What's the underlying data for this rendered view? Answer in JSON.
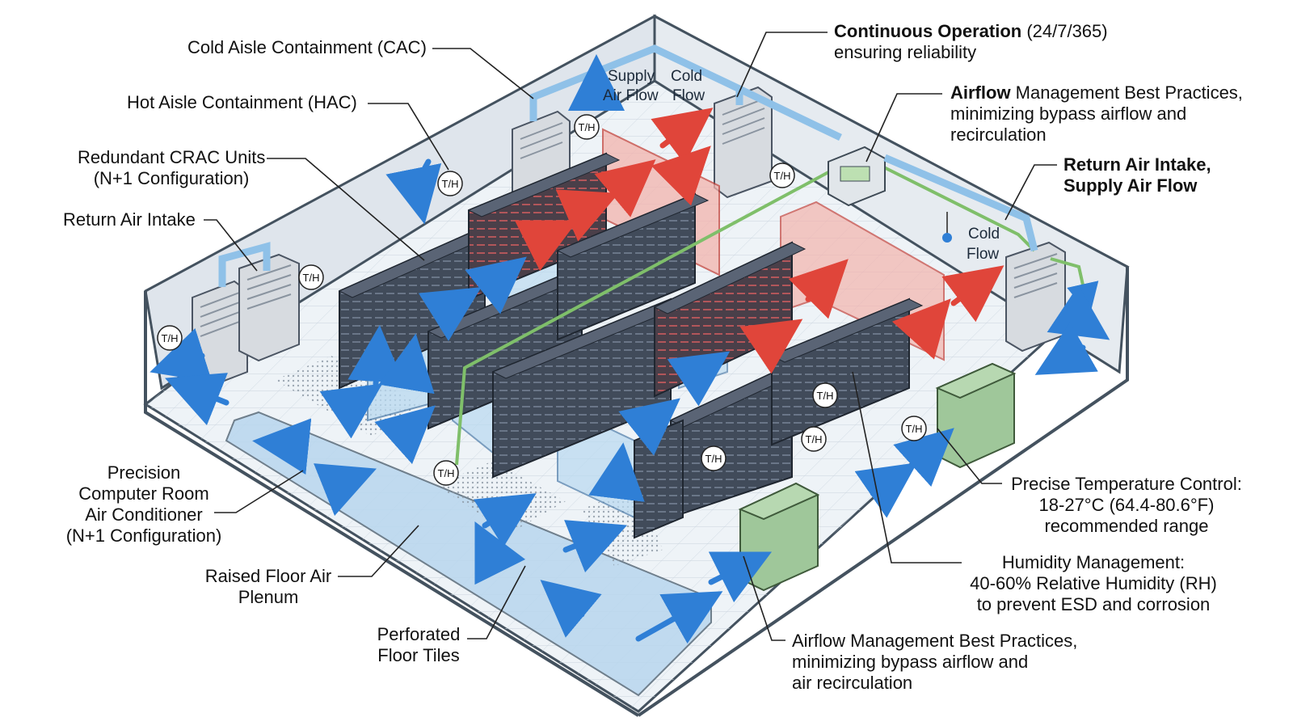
{
  "labels": {
    "cac": "Cold Aisle Containment (CAC)",
    "hac": "Hot Aisle Containment (HAC)",
    "crac_line1": "Redundant CRAC Units",
    "crac_line2": "(N+1 Configuration)",
    "return_intake": "Return Air Intake",
    "pcrac_line1": "Precision",
    "pcrac_line2": "Computer Room",
    "pcrac_line3": "Air Conditioner",
    "pcrac_line4": "(N+1 Configuration)",
    "plenum_line1": "Raised Floor Air",
    "plenum_line2": "Plenum",
    "tiles_line1": "Perforated",
    "tiles_line2": "Floor Tiles",
    "cont_bold": "Continuous Operation",
    "cont_rest": " (24/7/365)",
    "cont_line2": "ensuring reliability",
    "amb_top_bold": "Airflow",
    "amb_top_rest": " Management Best Practices,",
    "amb_top_line2": "minimizing bypass airflow and",
    "amb_top_line3": "recirculation",
    "ras_line1": "Return Air Intake,",
    "ras_line2": "Supply Air Flow",
    "ptc_line1": "Precise Temperature Control:",
    "ptc_line2": "18-27°C (64.4-80.6°F)",
    "ptc_line3": "recommended range",
    "hum_line1": "Humidity Management:",
    "hum_line2": "40-60% Relative Humidity (RH)",
    "hum_line3": "to prevent ESD and corrosion",
    "amb_bot_line1": "Airflow Management Best Practices,",
    "amb_bot_line2": "minimizing bypass airflow and",
    "amb_bot_line3": "air recirculation"
  },
  "scene": {
    "supply_air_flow_1": "Supply",
    "supply_air_flow_2": "Air Flow",
    "cold_flow_a_1": "Cold",
    "cold_flow_a_2": "Flow",
    "cold_flow_b_1": "Cold",
    "cold_flow_b_2": "Flow",
    "sensor_label": "T/H"
  },
  "colors": {
    "cold_air": "#2f7fd6",
    "hot_air": "#e0453a",
    "hot_containment": "#f3b3ad",
    "cold_containment": "#b9d9f0",
    "rack": "#3d4654",
    "crac_unit": "#d7dbe0",
    "precision_unit": "#9fc79a",
    "monitoring_cable": "#7fbf6a",
    "wall": "#dfe5ec",
    "floor": "#eef3f7"
  }
}
